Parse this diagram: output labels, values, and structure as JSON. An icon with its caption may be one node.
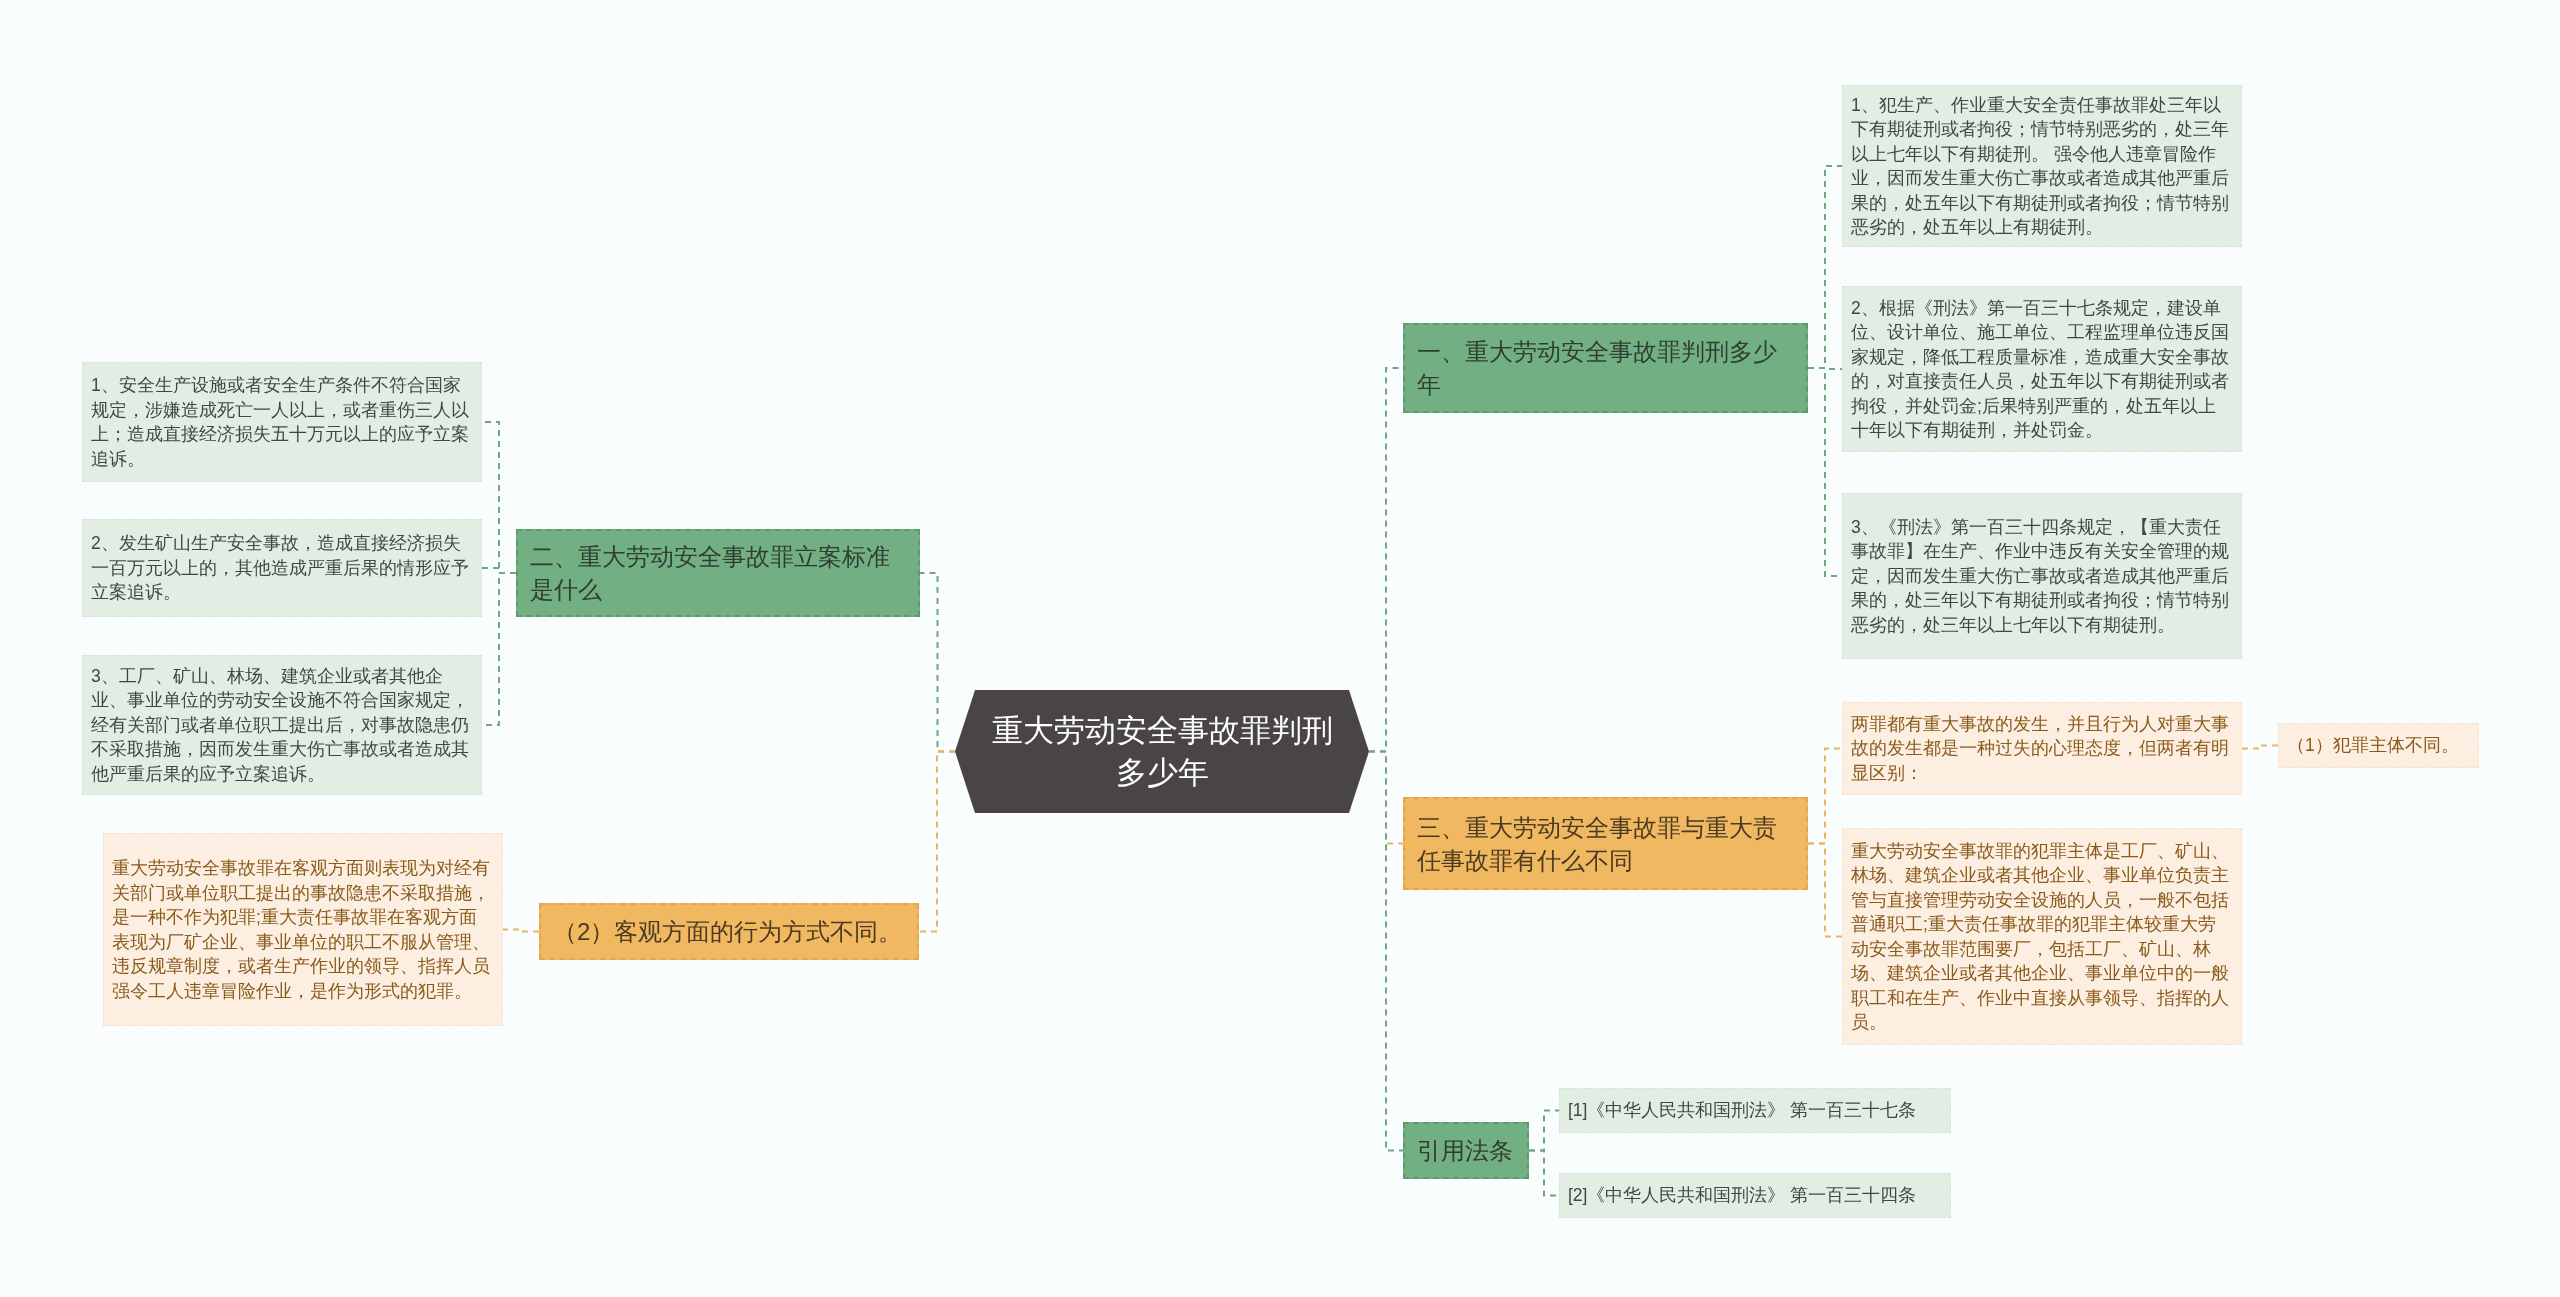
{
  "diagram": {
    "nodes": [
      {
        "text": [
          "重大劳动安全事故罪判刑多少年"
        ]
      },
      {
        "text": [
          "二、重大劳动安全事故罪立案标准是什么"
        ]
      },
      {
        "text": [
          "1、安全生产设施或者安全生产条件不符合国家规定，涉嫌造成死亡一人以上，或者重伤三人以上；造成直接经济损失五十万元以上的应予立案追诉。"
        ]
      },
      {
        "text": [
          "2、发生矿山生产安全事故，造成直接经济损失一百万元以上的，其他造成严重后果的情形应予立案追诉。"
        ]
      },
      {
        "text": [
          "3、工厂、矿山、林场、建筑企业或者其他企业、事业单位的劳动安全设施不符合国家规定，经有关部门或者单位职工提出后，对事故隐患仍不采取措施，因而发生重大伤亡事故或者造成其他严重后果的应予立案追诉。"
        ]
      },
      {
        "text": [
          "（2）客观方面的行为方式不同。"
        ]
      },
      {
        "text": [
          "重大劳动安全事故罪在客观方面则表现为对经有关部门或单位职工提出的事故隐患不采取措施，是一种不作为犯罪;重大责任事故罪在客观方面表现为厂矿企业、事业单位的职工不服从管理、违反规章制度，或者生产作业的领导、指挥人员强令工人违章冒险作业，是作为形式的犯罪。"
        ]
      },
      {
        "text": [
          "一、重大劳动安全事故罪判刑多少年"
        ]
      },
      {
        "text": [
          "1、犯生产、作业重大安全责任事故罪处三年以下有期徒刑或者拘役；情节特别恶劣的，处三年以上七年以下有期徒刑。 强令他人违章冒险作业，因而发生重大伤亡事故或者造成其他严重后果的，处五年以下有期徒刑或者拘役；情节特别恶劣的，处五年以上有期徒刑。"
        ]
      },
      {
        "text": [
          "2、根据《刑法》第一百三十七条规定，建设单位、设计单位、施工单位、工程监理单位违反国家规定，降低工程质量标准，造成重大安全事故的，对直接责任人员，处五年以下有期徒刑或者拘役，并处罚金;后果特别严重的，处五年以上十年以下有期徒刑，并处罚金。"
        ]
      },
      {
        "text": [
          "3、《刑法》第一百三十四条规定，【重大责任事故罪】在生产、作业中违反有关安全管理的规定，因而发生重大伤亡事故或者造成其他严重后果的，处三年以下有期徒刑或者拘役；情节特别恶劣的，处三年以上七年以下有期徒刑。"
        ]
      },
      {
        "text": [
          "三、重大劳动安全事故罪与重大责任事故罪有什么不同"
        ]
      },
      {
        "text": [
          "两罪都有重大事故的发生，并且行为人对重大事故的发生都是一种过失的心理态度，但两者有明显区别："
        ]
      },
      {
        "text": [
          "（1）犯罪主体不同。"
        ]
      },
      {
        "text": [
          "重大劳动安全事故罪的犯罪主体是工厂、矿山、林场、建筑企业或者其他企业、事业单位负责主管与直接管理劳动安全设施的人员，一般不包括普通职工;重大责任事故罪的犯罪主体较重大劳动安全事故罪范围要厂，包括工厂、矿山、林场、建筑企业或者其他企业、事业单位中的一般职工和在生产、作业中直接从事领导、指挥的人员。"
        ]
      },
      {
        "text": [
          "引用法条"
        ]
      },
      {
        "text": [
          "[1]《中华人民共和国刑法》 第一百三十七条"
        ]
      },
      {
        "text": [
          "[2]《中华人民共和国刑法》 第一百三十四条"
        ]
      }
    ],
    "edges": [
      {
        "from": 0,
        "to": 1,
        "arrow": "none",
        "style": "dashed"
      },
      {
        "from": 1,
        "to": 2,
        "arrow": "none",
        "style": "dashed"
      },
      {
        "from": 1,
        "to": 3,
        "arrow": "none",
        "style": "dashed"
      },
      {
        "from": 1,
        "to": 4,
        "arrow": "none",
        "style": "dashed"
      },
      {
        "from": 0,
        "to": 5,
        "arrow": "none",
        "style": "dashed",
        "color": "#e9b560"
      },
      {
        "from": 5,
        "to": 6,
        "arrow": "none",
        "style": "dashed",
        "color": "#e9b560"
      },
      {
        "from": 0,
        "to": 7,
        "arrow": "none",
        "style": "dashed"
      },
      {
        "from": 7,
        "to": 8,
        "arrow": "none",
        "style": "dashed"
      },
      {
        "from": 7,
        "to": 9,
        "arrow": "none",
        "style": "dashed"
      },
      {
        "from": 7,
        "to": 10,
        "arrow": "none",
        "style": "dashed"
      },
      {
        "from": 0,
        "to": 11,
        "arrow": "none",
        "style": "dashed",
        "color": "#e9b560"
      },
      {
        "from": 11,
        "to": 12,
        "arrow": "none",
        "style": "dashed",
        "color": "#e9b560"
      },
      {
        "from": 12,
        "to": 13,
        "arrow": "none",
        "style": "dashed",
        "color": "#e9b560"
      },
      {
        "from": 11,
        "to": 14,
        "arrow": "none",
        "style": "dashed",
        "color": "#e9b560"
      },
      {
        "from": 0,
        "to": 15,
        "arrow": "none",
        "style": "dashed"
      },
      {
        "from": 15,
        "to": 16,
        "arrow": "none",
        "style": "dashed"
      },
      {
        "from": 15,
        "to": 17,
        "arrow": "none",
        "style": "dashed"
      }
    ]
  }
}
